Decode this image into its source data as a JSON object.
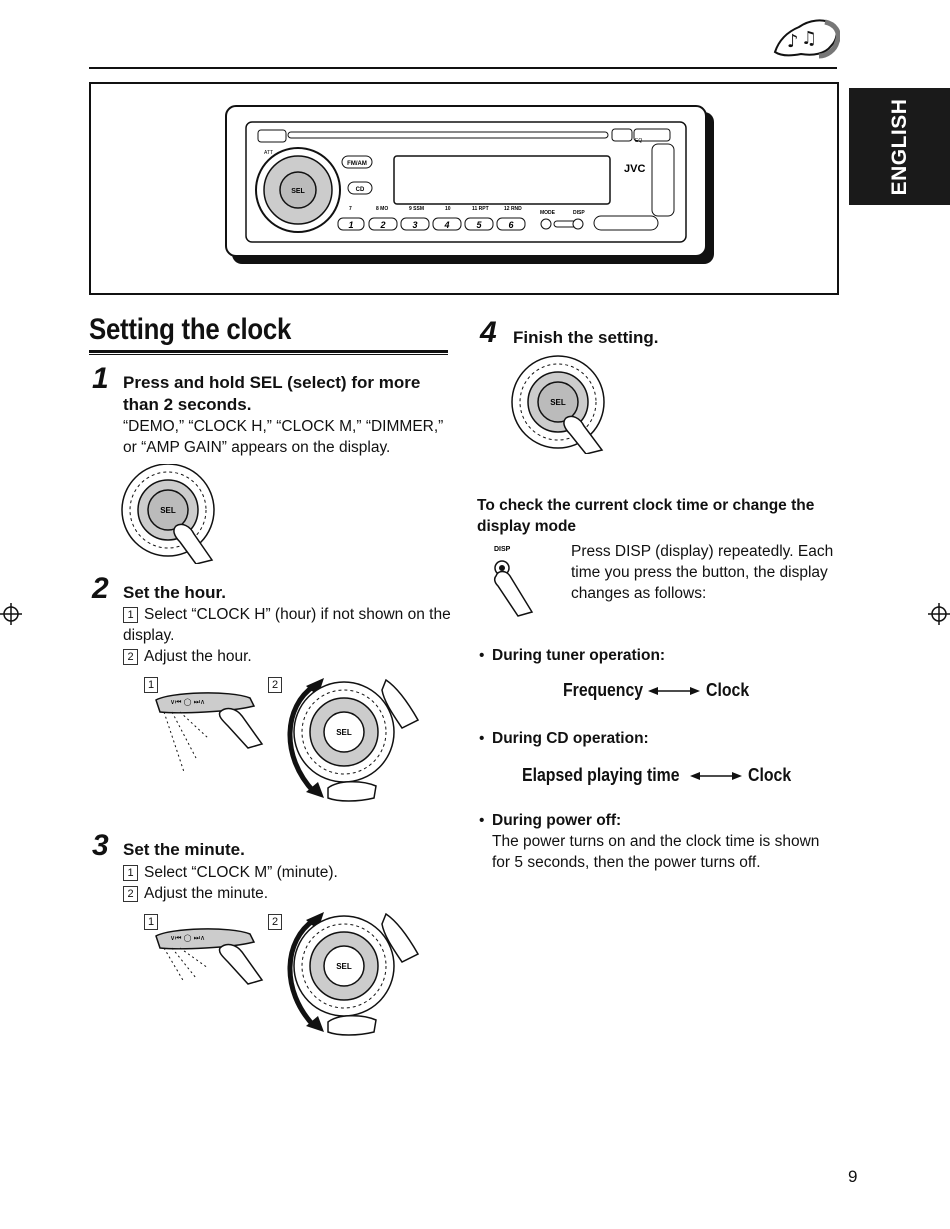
{
  "header": {
    "language_tab": "ENGLISH"
  },
  "device": {
    "buttons": [
      "FM/AM",
      "CD",
      "SEL",
      "JVC",
      "EQ",
      "MODE",
      "DISP"
    ],
    "presets": [
      "1",
      "2",
      "3",
      "4",
      "5",
      "6"
    ],
    "preset_labels": [
      "7",
      "8 MO",
      "9 SSM",
      "10",
      "11 RPT",
      "12 RND"
    ],
    "att": "ATT"
  },
  "section": {
    "title": "Setting the clock"
  },
  "steps": [
    {
      "num": "1",
      "heading": "Press and hold SEL (select) for more than 2 seconds.",
      "body": "“DEMO,” “CLOCK H,” “CLOCK M,” “DIMMER,” or “AMP GAIN” appears on the display.",
      "dial_label": "SEL"
    },
    {
      "num": "2",
      "heading": "Set the hour.",
      "substeps": [
        {
          "marker": "1",
          "text": "Select “CLOCK H” (hour) if not shown on the display."
        },
        {
          "marker": "2",
          "text": "Adjust the hour."
        }
      ],
      "fig_markers": [
        "1",
        "2"
      ],
      "dial_label": "SEL"
    },
    {
      "num": "3",
      "heading": "Set the minute.",
      "substeps": [
        {
          "marker": "1",
          "text": "Select “CLOCK M” (minute)."
        },
        {
          "marker": "2",
          "text": "Adjust the minute."
        }
      ],
      "fig_markers": [
        "1",
        "2"
      ],
      "dial_label": "SEL"
    },
    {
      "num": "4",
      "heading": "Finish the setting.",
      "dial_label": "SEL"
    }
  ],
  "check": {
    "heading": "To check the current clock time or change the display mode",
    "disp_label": "DISP",
    "body": "Press DISP (display) repeatedly. Each time you press the button, the display changes as follows:",
    "bullets": [
      {
        "label": "During tuner operation:",
        "flow_left": "Frequency",
        "flow_right": "Clock"
      },
      {
        "label": "During CD operation:",
        "flow_left": "Elapsed playing time",
        "flow_right": "Clock"
      },
      {
        "label": "During power off:",
        "text": "The power turns on and the clock time is shown for 5 seconds, then the power turns off."
      }
    ],
    "bullet_char": "•"
  },
  "footer": {
    "page_number": "9"
  }
}
